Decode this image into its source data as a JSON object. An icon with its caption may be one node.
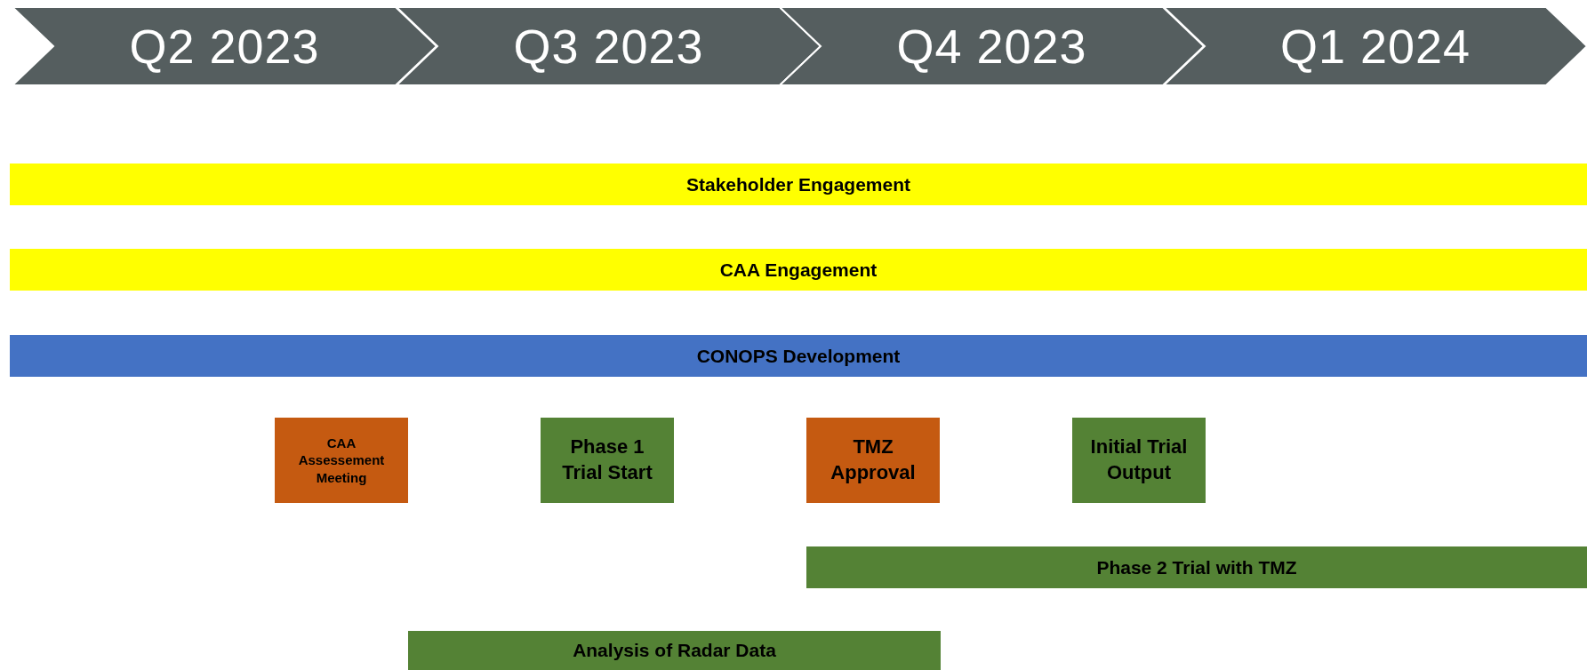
{
  "diagram": {
    "nodes": [
      {
        "text": [
          "Q2 2023"
        ]
      },
      {
        "text": [
          "Q3 2023"
        ]
      },
      {
        "text": [
          "Q4 2023"
        ]
      },
      {
        "text": [
          "Q1 2024"
        ]
      },
      {
        "text": [
          "Stakeholder Engagement"
        ]
      },
      {
        "text": [
          "CAA Engagement"
        ]
      },
      {
        "text": [
          "CONOPS Development"
        ]
      },
      {
        "text": [
          "CAA Assessement Meeting"
        ]
      },
      {
        "text": [
          "Phase 1 Trial Start"
        ]
      },
      {
        "text": [
          "TMZ Approval"
        ]
      },
      {
        "text": [
          "Initial Trial Output"
        ]
      },
      {
        "text": [
          "Phase 2 Trial with TMZ"
        ]
      },
      {
        "text": [
          "Analysis of Radar Data"
        ]
      }
    ]
  }
}
